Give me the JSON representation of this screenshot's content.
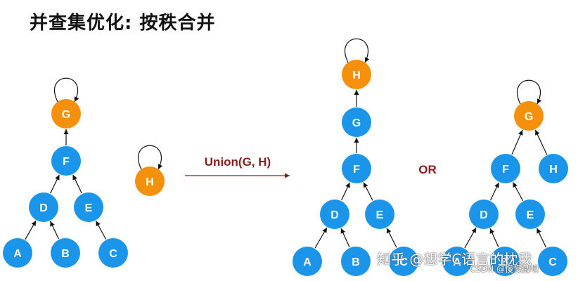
{
  "title": "并查集优化: 按秩合并",
  "operation": "Union(G, H)",
  "alternative": "OR",
  "colors": {
    "blue": "#1b95ea",
    "orange": "#f5900c",
    "operation_text": "#8b1c1c",
    "arrow": "#111111"
  },
  "before": {
    "tree1": {
      "nodes": [
        "A",
        "B",
        "C",
        "D",
        "E",
        "F",
        "G"
      ],
      "root": "G",
      "edges": [
        [
          "A",
          "D"
        ],
        [
          "B",
          "D"
        ],
        [
          "C",
          "E"
        ],
        [
          "D",
          "F"
        ],
        [
          "E",
          "F"
        ],
        [
          "F",
          "G"
        ]
      ]
    },
    "tree2": {
      "nodes": [
        "H"
      ],
      "root": "H",
      "edges": []
    }
  },
  "result_1": {
    "nodes": [
      "A",
      "B",
      "C",
      "D",
      "E",
      "F",
      "G",
      "H"
    ],
    "root": "H",
    "edges": [
      [
        "A",
        "D"
      ],
      [
        "B",
        "D"
      ],
      [
        "C",
        "E"
      ],
      [
        "D",
        "F"
      ],
      [
        "E",
        "F"
      ],
      [
        "F",
        "G"
      ],
      [
        "G",
        "H"
      ]
    ]
  },
  "result_2": {
    "nodes": [
      "A",
      "B",
      "C",
      "D",
      "E",
      "F",
      "G",
      "H"
    ],
    "root": "G",
    "edges": [
      [
        "A",
        "D"
      ],
      [
        "B",
        "D"
      ],
      [
        "C",
        "E"
      ],
      [
        "D",
        "F"
      ],
      [
        "E",
        "F"
      ],
      [
        "F",
        "G"
      ],
      [
        "H",
        "G"
      ]
    ]
  },
  "watermark": "知乎 @想学C语言的枕我",
  "csdn": "CSDN @慢慢敲吧"
}
